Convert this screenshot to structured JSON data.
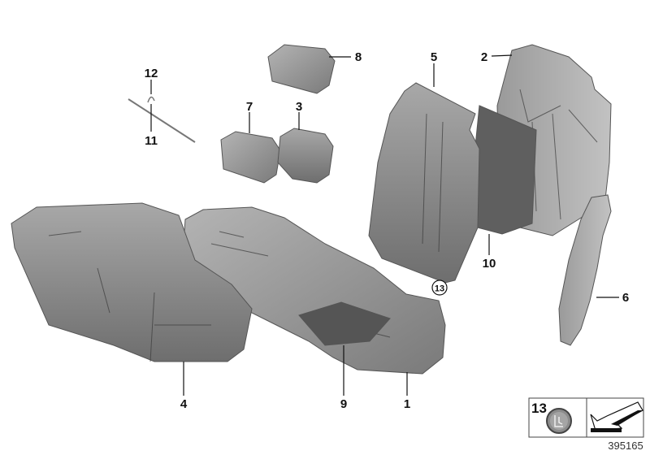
{
  "diagram": {
    "callouts": [
      {
        "id": "1",
        "label": "1"
      },
      {
        "id": "2",
        "label": "2"
      },
      {
        "id": "3",
        "label": "3"
      },
      {
        "id": "4",
        "label": "4"
      },
      {
        "id": "5",
        "label": "5"
      },
      {
        "id": "6",
        "label": "6"
      },
      {
        "id": "7",
        "label": "7"
      },
      {
        "id": "8",
        "label": "8"
      },
      {
        "id": "9",
        "label": "9"
      },
      {
        "id": "10",
        "label": "10"
      },
      {
        "id": "11",
        "label": "11"
      },
      {
        "id": "12",
        "label": "12"
      },
      {
        "id": "13",
        "label": "13"
      }
    ],
    "legend": {
      "label": "13",
      "icon": "seat-symbol-icon",
      "arrow_icon": "arrow-icon"
    },
    "diagram_number": "395165",
    "colors": {
      "part": "#8c8c8c",
      "part_dark": "#5e5e5e",
      "outline": "#555555",
      "text": "#111111"
    }
  }
}
